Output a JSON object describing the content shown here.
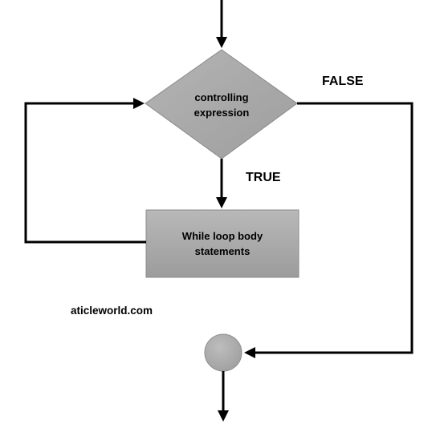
{
  "flowchart": {
    "decision": {
      "line1": "controlling",
      "line2": "expression"
    },
    "process": {
      "line1": "While loop body",
      "line2": "statements"
    },
    "labels": {
      "false": "FALSE",
      "true": "TRUE"
    },
    "watermark": "aticleworld.com"
  },
  "colors": {
    "line": "#000000",
    "shape_fill": "#a9a9a9",
    "background": "#ffffff"
  }
}
